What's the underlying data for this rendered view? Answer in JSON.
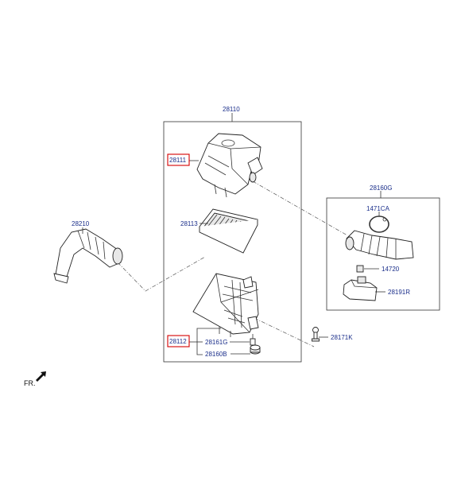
{
  "labels": {
    "assembly": "28110",
    "upper_cover": "28111",
    "filter": "28113",
    "lower_body": "28112",
    "grommet": "28161G",
    "bushing": "28160B",
    "intake_duct": "28210",
    "resonator_group": "28160G",
    "clamp": "1471CA",
    "grommet_small": "14720",
    "resonator": "28191R",
    "bolt": "28171K",
    "front": "FR."
  },
  "colors": {
    "label_text": "#1a2e8a",
    "highlight_box": "#d40000",
    "line": "#333333"
  },
  "highlighted": [
    "28111",
    "28112"
  ]
}
